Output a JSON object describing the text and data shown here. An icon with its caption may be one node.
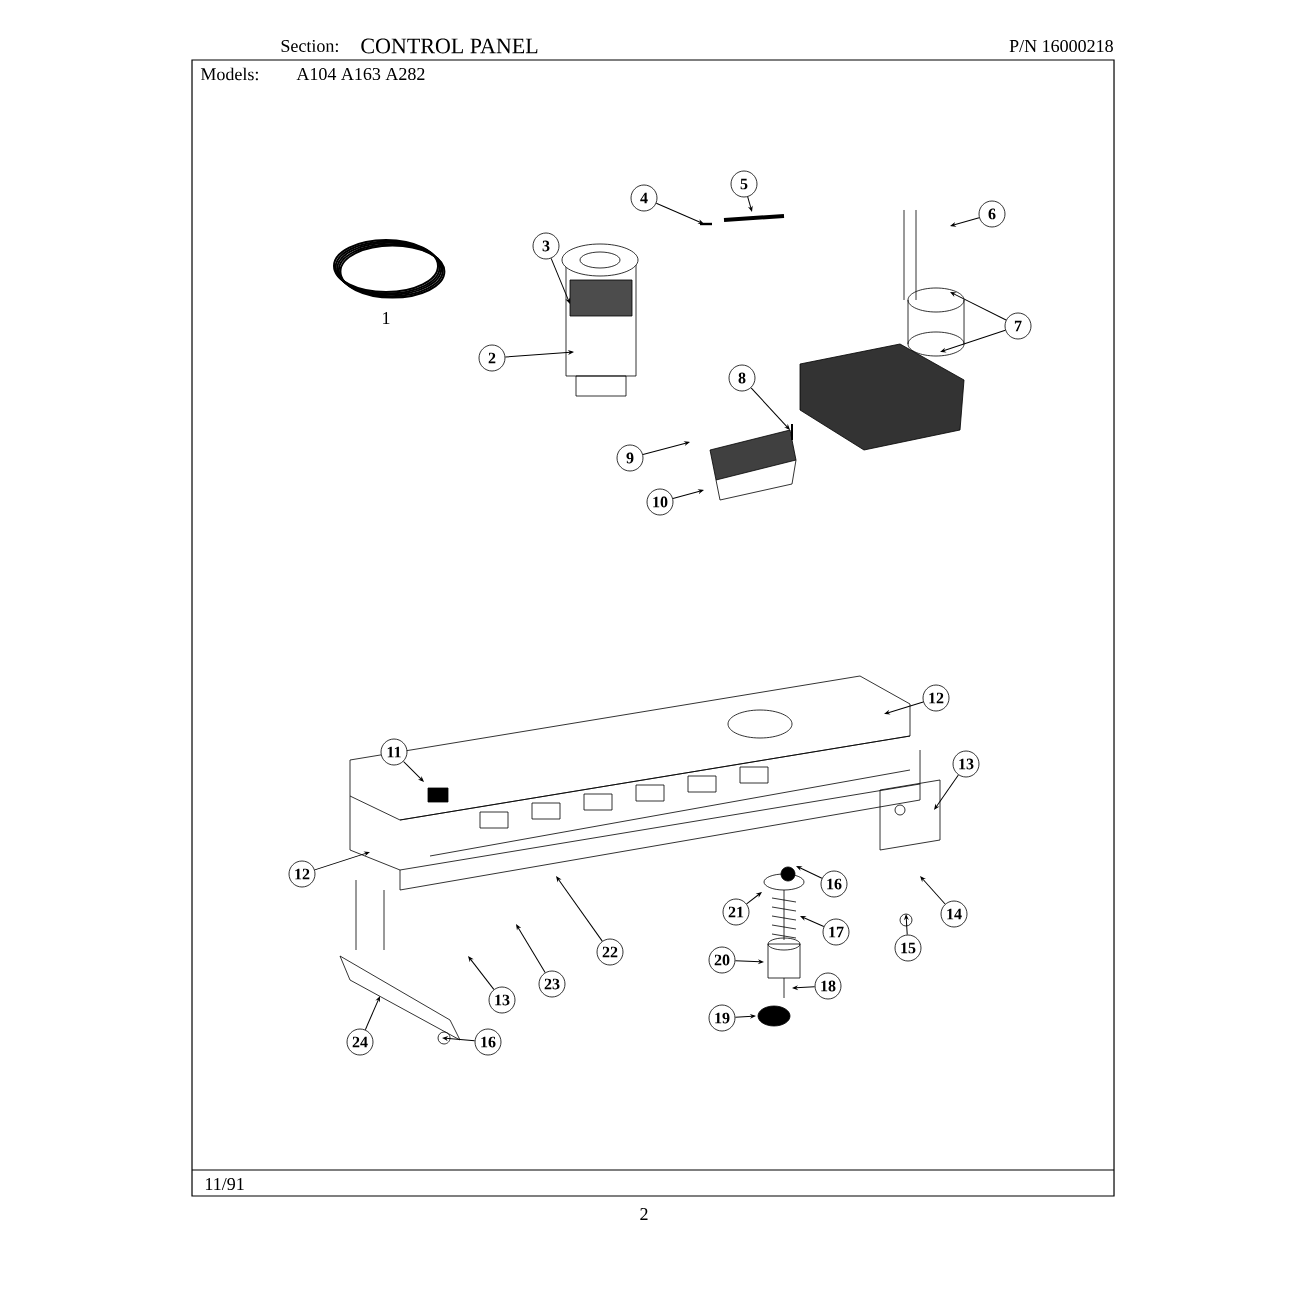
{
  "diagram": {
    "title": "CONTROL PANEL",
    "nodes": [
      {
        "text": [
          "5"
        ]
      },
      {
        "text": [
          "4"
        ]
      },
      {
        "text": [
          "6"
        ]
      },
      {
        "text": [
          "3"
        ]
      },
      {
        "text": [
          "7"
        ]
      },
      {
        "text": [
          "2"
        ]
      },
      {
        "text": [
          "8"
        ]
      },
      {
        "text": [
          "9"
        ]
      },
      {
        "text": [
          "10"
        ]
      },
      {
        "text": [
          "12"
        ]
      },
      {
        "text": [
          "11"
        ]
      },
      {
        "text": [
          "13"
        ]
      },
      {
        "text": [
          "12"
        ]
      },
      {
        "text": [
          "16"
        ]
      },
      {
        "text": [
          "21"
        ]
      },
      {
        "text": [
          "14"
        ]
      },
      {
        "text": [
          "17"
        ]
      },
      {
        "text": [
          "15"
        ]
      },
      {
        "text": [
          "22"
        ]
      },
      {
        "text": [
          "20"
        ]
      },
      {
        "text": [
          "23"
        ]
      },
      {
        "text": [
          "18"
        ]
      },
      {
        "text": [
          "13"
        ]
      },
      {
        "text": [
          "19"
        ]
      },
      {
        "text": [
          "24"
        ]
      },
      {
        "text": [
          "16"
        ]
      }
    ],
    "edges": [
      {
        "from": 0,
        "to": null,
        "arrow": "to"
      },
      {
        "from": 1,
        "to": null,
        "arrow": "to"
      },
      {
        "from": 2,
        "to": null,
        "arrow": "to"
      },
      {
        "from": 3,
        "to": null,
        "arrow": "to"
      },
      {
        "from": 4,
        "to": null,
        "arrow": "to"
      },
      {
        "from": 4,
        "to": null,
        "arrow": "to"
      },
      {
        "from": 5,
        "to": null,
        "arrow": "to"
      },
      {
        "from": 6,
        "to": null,
        "arrow": "to"
      },
      {
        "from": 7,
        "to": null,
        "arrow": "to"
      },
      {
        "from": 8,
        "to": null,
        "arrow": "to"
      },
      {
        "from": 9,
        "to": null,
        "arrow": "to"
      },
      {
        "from": 10,
        "to": null,
        "arrow": "to"
      },
      {
        "from": 11,
        "to": null,
        "arrow": "to"
      },
      {
        "from": 12,
        "to": null,
        "arrow": "to"
      },
      {
        "from": 13,
        "to": null,
        "arrow": "to"
      },
      {
        "from": 14,
        "to": null,
        "arrow": "to"
      },
      {
        "from": 15,
        "to": null,
        "arrow": "to"
      },
      {
        "from": 16,
        "to": null,
        "arrow": "to"
      },
      {
        "from": 17,
        "to": null,
        "arrow": "to"
      },
      {
        "from": 18,
        "to": null,
        "arrow": "to"
      },
      {
        "from": 19,
        "to": null,
        "arrow": "to"
      },
      {
        "from": 20,
        "to": null,
        "arrow": "to"
      },
      {
        "from": 21,
        "to": null,
        "arrow": "to"
      },
      {
        "from": 22,
        "to": null,
        "arrow": "to"
      },
      {
        "from": 23,
        "to": null,
        "arrow": "to"
      },
      {
        "from": 24,
        "to": null,
        "arrow": "to"
      },
      {
        "from": 25,
        "to": null,
        "arrow": "to"
      }
    ],
    "labels": [
      "Section:",
      "P/N 16000218",
      "Models:",
      "A104 A163 A282",
      "1",
      "11/91",
      "2"
    ]
  }
}
